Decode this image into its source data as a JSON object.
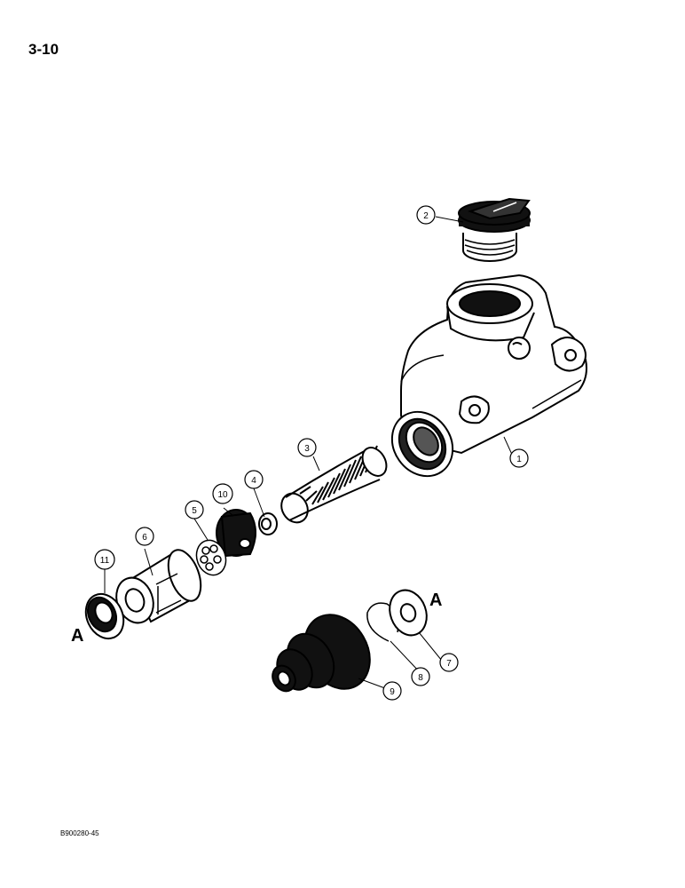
{
  "page_number": "3-10",
  "document_code": "B900280-45",
  "reference_mark": "A",
  "callouts": [
    "1",
    "2",
    "3",
    "4",
    "5",
    "6",
    "7",
    "8",
    "9",
    "10",
    "11"
  ],
  "parts": [
    {
      "id": "housing",
      "callout": "1"
    },
    {
      "id": "filler-cap",
      "callout": "2"
    },
    {
      "id": "spring",
      "callout": "3"
    },
    {
      "id": "spring-seat",
      "callout": "4"
    },
    {
      "id": "valve-washer",
      "callout": "5"
    },
    {
      "id": "piston",
      "callout": "6"
    },
    {
      "id": "retaining-washer",
      "callout": "7"
    },
    {
      "id": "snap-ring",
      "callout": "8"
    },
    {
      "id": "boot",
      "callout": "9"
    },
    {
      "id": "primary-cup",
      "callout": "10"
    },
    {
      "id": "secondary-cup",
      "callout": "11"
    }
  ]
}
